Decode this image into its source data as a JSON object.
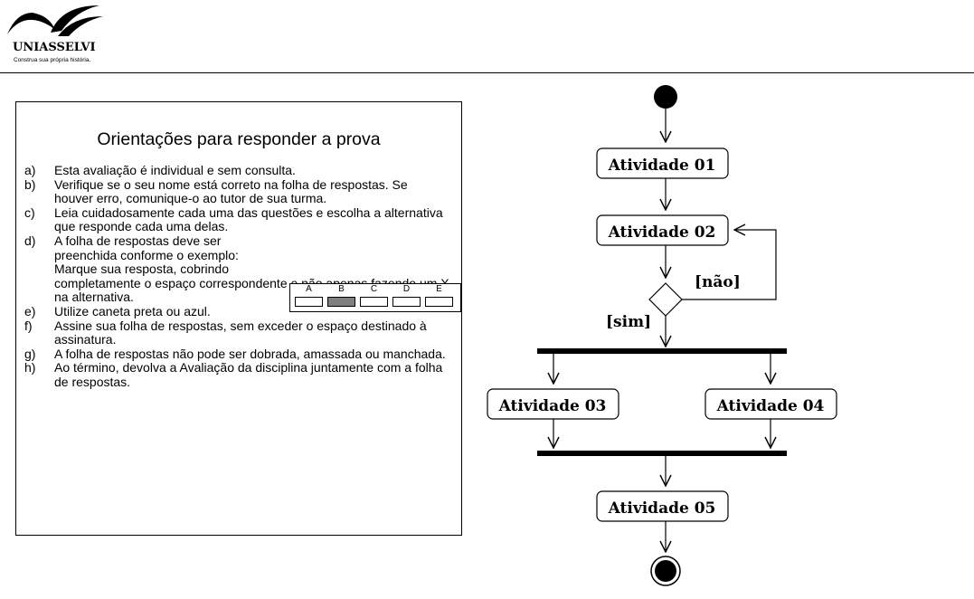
{
  "header": {
    "brand": "UNIASSELVI",
    "tagline": "Construa sua própria história."
  },
  "instructions": {
    "title": "Orientações para responder a prova",
    "items": [
      {
        "letter": "a)",
        "text": "Esta avaliação é individual e sem consulta."
      },
      {
        "letter": "b)",
        "text": "Verifique se o seu nome está correto na folha de respostas. Se houver erro, comunique-o ao tutor de sua turma."
      },
      {
        "letter": "c)",
        "text": "Leia cuidadosamente cada uma das questões e escolha a alternativa que responde cada uma delas."
      },
      {
        "letter": "d)",
        "text": "A folha de respostas deve ser preenchida conforme o exemplo: Marque sua resposta, cobrindo",
        "text_cont": "completamente o espaço correspondente e não apenas fazendo um X na alternativa."
      },
      {
        "letter": "e)",
        "text": "Utilize caneta preta ou azul."
      },
      {
        "letter": "f)",
        "text": "Assine sua folha de respostas, sem exceder o espaço destinado à assinatura."
      },
      {
        "letter": "g)",
        "text": "A folha de respostas não pode ser dobrada, amassada ou manchada."
      },
      {
        "letter": "h)",
        "text": "Ao término, devolva a Avaliação da disciplina juntamente com a folha de respostas."
      }
    ],
    "answer_sample": {
      "options": [
        "A",
        "B",
        "C",
        "D",
        "E"
      ],
      "selected": "B",
      "fill_color": "#808080"
    }
  },
  "diagram": {
    "activities": [
      "Atividade 01",
      "Atividade 02",
      "Atividade 03",
      "Atividade 04",
      "Atividade 05"
    ],
    "guard_no": "[não]",
    "guard_yes": "[sim]"
  }
}
